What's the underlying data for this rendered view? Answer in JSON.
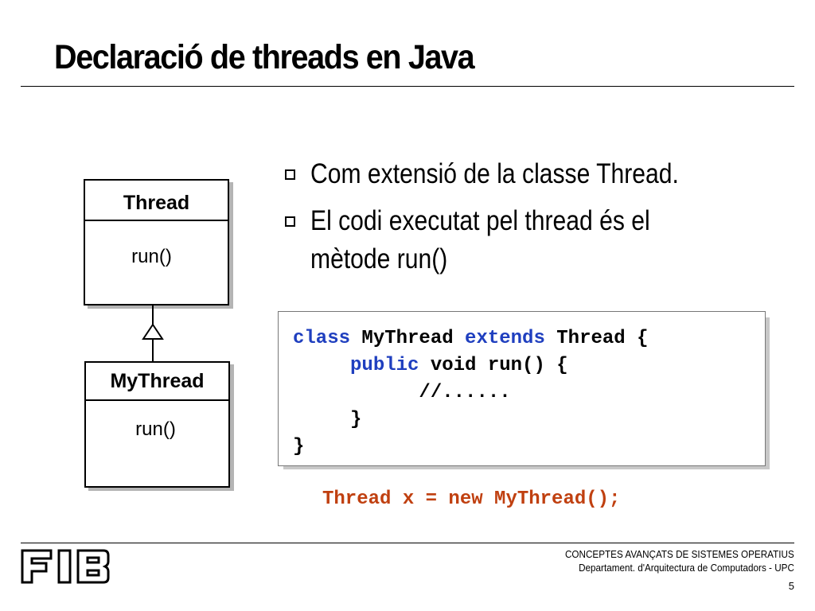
{
  "slide": {
    "title": "Declaració de threads en Java",
    "page_number": "5"
  },
  "uml": {
    "parent": {
      "name": "Thread",
      "method": "run()"
    },
    "child": {
      "name": "MyThread",
      "method": "run()"
    }
  },
  "bullets": [
    {
      "text": "Com extensió de la classe Thread."
    },
    {
      "line1": "El codi executat pel thread és el",
      "line2": "mètode run()"
    }
  ],
  "code": {
    "line1": {
      "kw1": "class",
      "mid1": " MyThread ",
      "kw2": "extends",
      "rest": " Thread {"
    },
    "line2": {
      "indent": "     ",
      "kw": "public",
      "rest": " void run() {"
    },
    "line3": "           //......",
    "line4": "     }",
    "line5": "}"
  },
  "instantiation": "Thread x = new MyThread();",
  "footer": {
    "logo": "FIB",
    "line1": "CONCEPTES AVANÇATS DE SISTEMES OPERATIUS",
    "line2": "Departament.  d'Arquitectura de Computadors - UPC"
  },
  "colors": {
    "keyword": "#1f3fbf",
    "instantiation": "#c04010"
  }
}
